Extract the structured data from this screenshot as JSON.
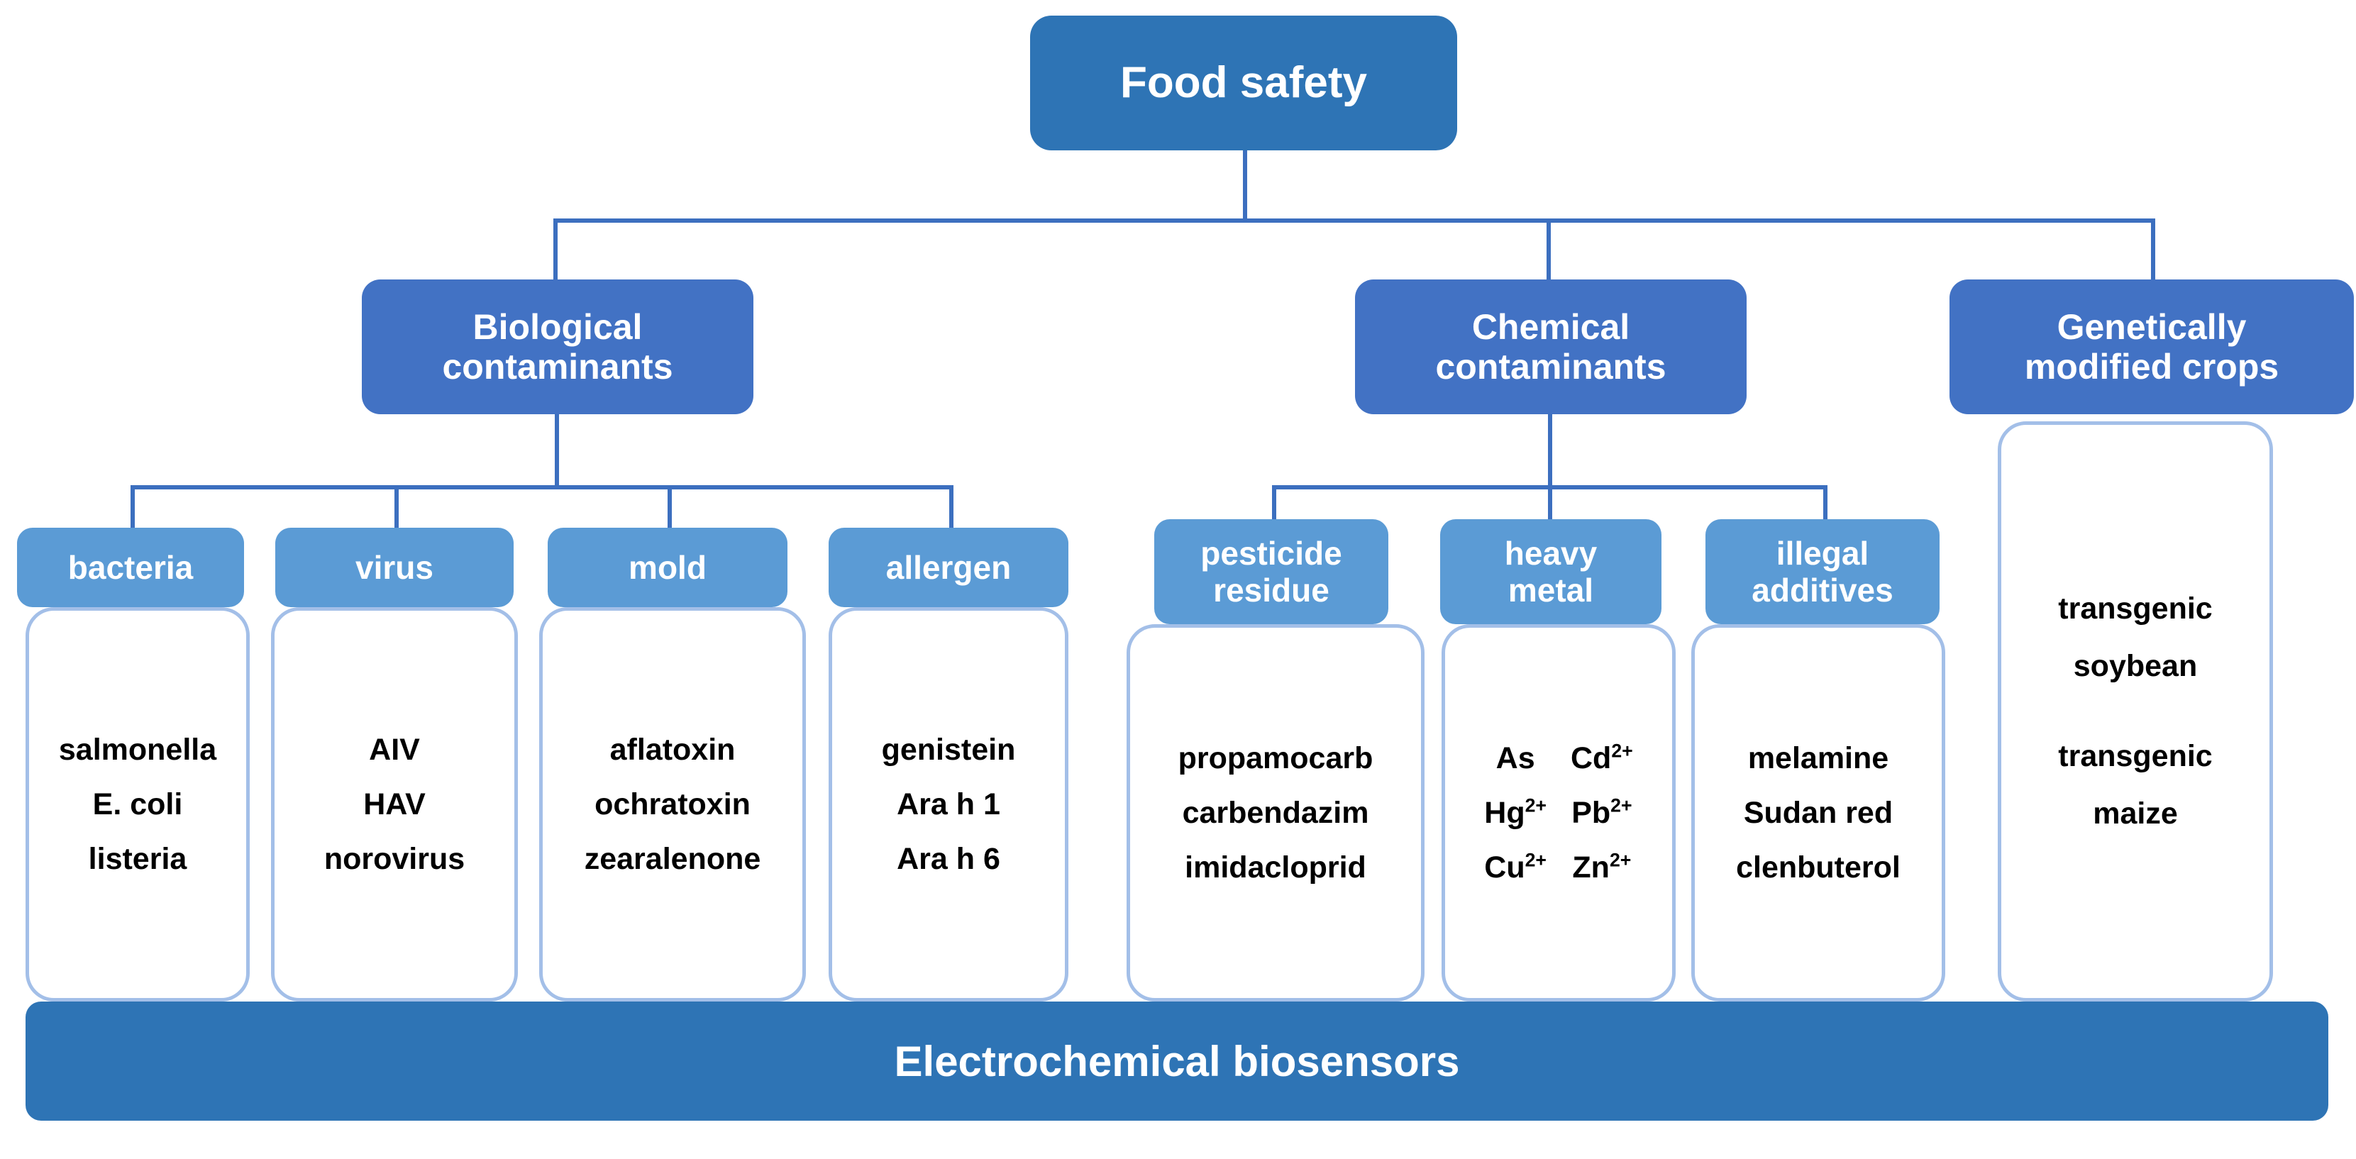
{
  "colors": {
    "root_fill": "#2E74B5",
    "level2_fill": "#4272C4",
    "level3_fill": "#5B9BD5",
    "panel_border": "#A3BFE8",
    "connector": "#3C6FBF",
    "text_on_blue": "#FFFFFF",
    "text_on_white": "#000000",
    "background": "#FFFFFF"
  },
  "root": {
    "label": "Food safety"
  },
  "branches": [
    {
      "id": "biological",
      "label": "Biological\ncontaminants",
      "line1": "Biological",
      "line2": "contaminants",
      "categories": [
        {
          "id": "bacteria",
          "label": "bacteria",
          "items": [
            "salmonella",
            "E. coli",
            "listeria"
          ]
        },
        {
          "id": "virus",
          "label": "virus",
          "items": [
            "AIV",
            "HAV",
            "norovirus"
          ]
        },
        {
          "id": "mold",
          "label": "mold",
          "items": [
            "aflatoxin",
            "ochratoxin",
            "zearalenone"
          ]
        },
        {
          "id": "allergen",
          "label": "allergen",
          "items": [
            "genistein",
            "Ara h 1",
            "Ara h 6"
          ]
        }
      ]
    },
    {
      "id": "chemical",
      "label": "Chemical\ncontaminants",
      "line1": "Chemical",
      "line2": "contaminants",
      "categories": [
        {
          "id": "pesticide-residue",
          "label": "pesticide\nresidue",
          "line1": "pesticide",
          "line2": "residue",
          "items": [
            "propamocarb",
            "carbendazim",
            "imidacloprid"
          ]
        },
        {
          "id": "heavy-metal",
          "label": "heavy\nmetal",
          "line1": "heavy",
          "line2": "metal",
          "grid": [
            {
              "base": "As",
              "sup": ""
            },
            {
              "base": "Cd",
              "sup": "2+"
            },
            {
              "base": "Hg",
              "sup": "2+"
            },
            {
              "base": "Pb",
              "sup": "2+"
            },
            {
              "base": "Cu",
              "sup": "2+"
            },
            {
              "base": "Zn",
              "sup": "2+"
            }
          ]
        },
        {
          "id": "illegal-additives",
          "label": "illegal\nadditives",
          "line1": "illegal",
          "line2": "additives",
          "items": [
            "melamine",
            "Sudan red",
            "clenbuterol"
          ]
        }
      ]
    },
    {
      "id": "gm-crops",
      "label": "Genetically\nmodified crops",
      "line1": "Genetically",
      "line2": "modified crops",
      "categories": [
        {
          "id": "gm-panel",
          "label": "",
          "items": [
            "transgenic",
            "soybean",
            "transgenic",
            "maize"
          ]
        }
      ]
    }
  ],
  "banner": {
    "label": "Electrochemical biosensors"
  }
}
